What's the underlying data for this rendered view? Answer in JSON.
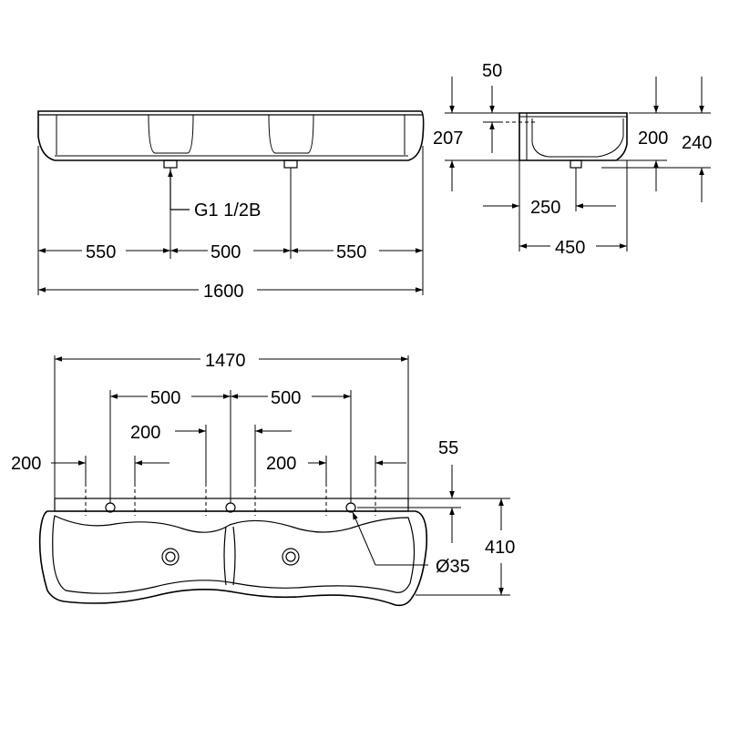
{
  "front_view": {
    "dim_left": "550",
    "dim_mid": "500",
    "dim_right": "550",
    "dim_total": "1600",
    "thread_label": "G1 1/2B"
  },
  "side_view": {
    "dim_50": "50",
    "dim_207": "207",
    "dim_200": "200",
    "dim_240": "240",
    "dim_250": "250",
    "dim_450": "450"
  },
  "top_view": {
    "dim_total": "1470",
    "dim_500_a": "500",
    "dim_500_b": "500",
    "dim_200_left": "200",
    "dim_200_mid_a": "200",
    "dim_200_mid_b": "200",
    "dim_55": "55",
    "dim_410": "410",
    "hole_diameter": "Ø35"
  }
}
